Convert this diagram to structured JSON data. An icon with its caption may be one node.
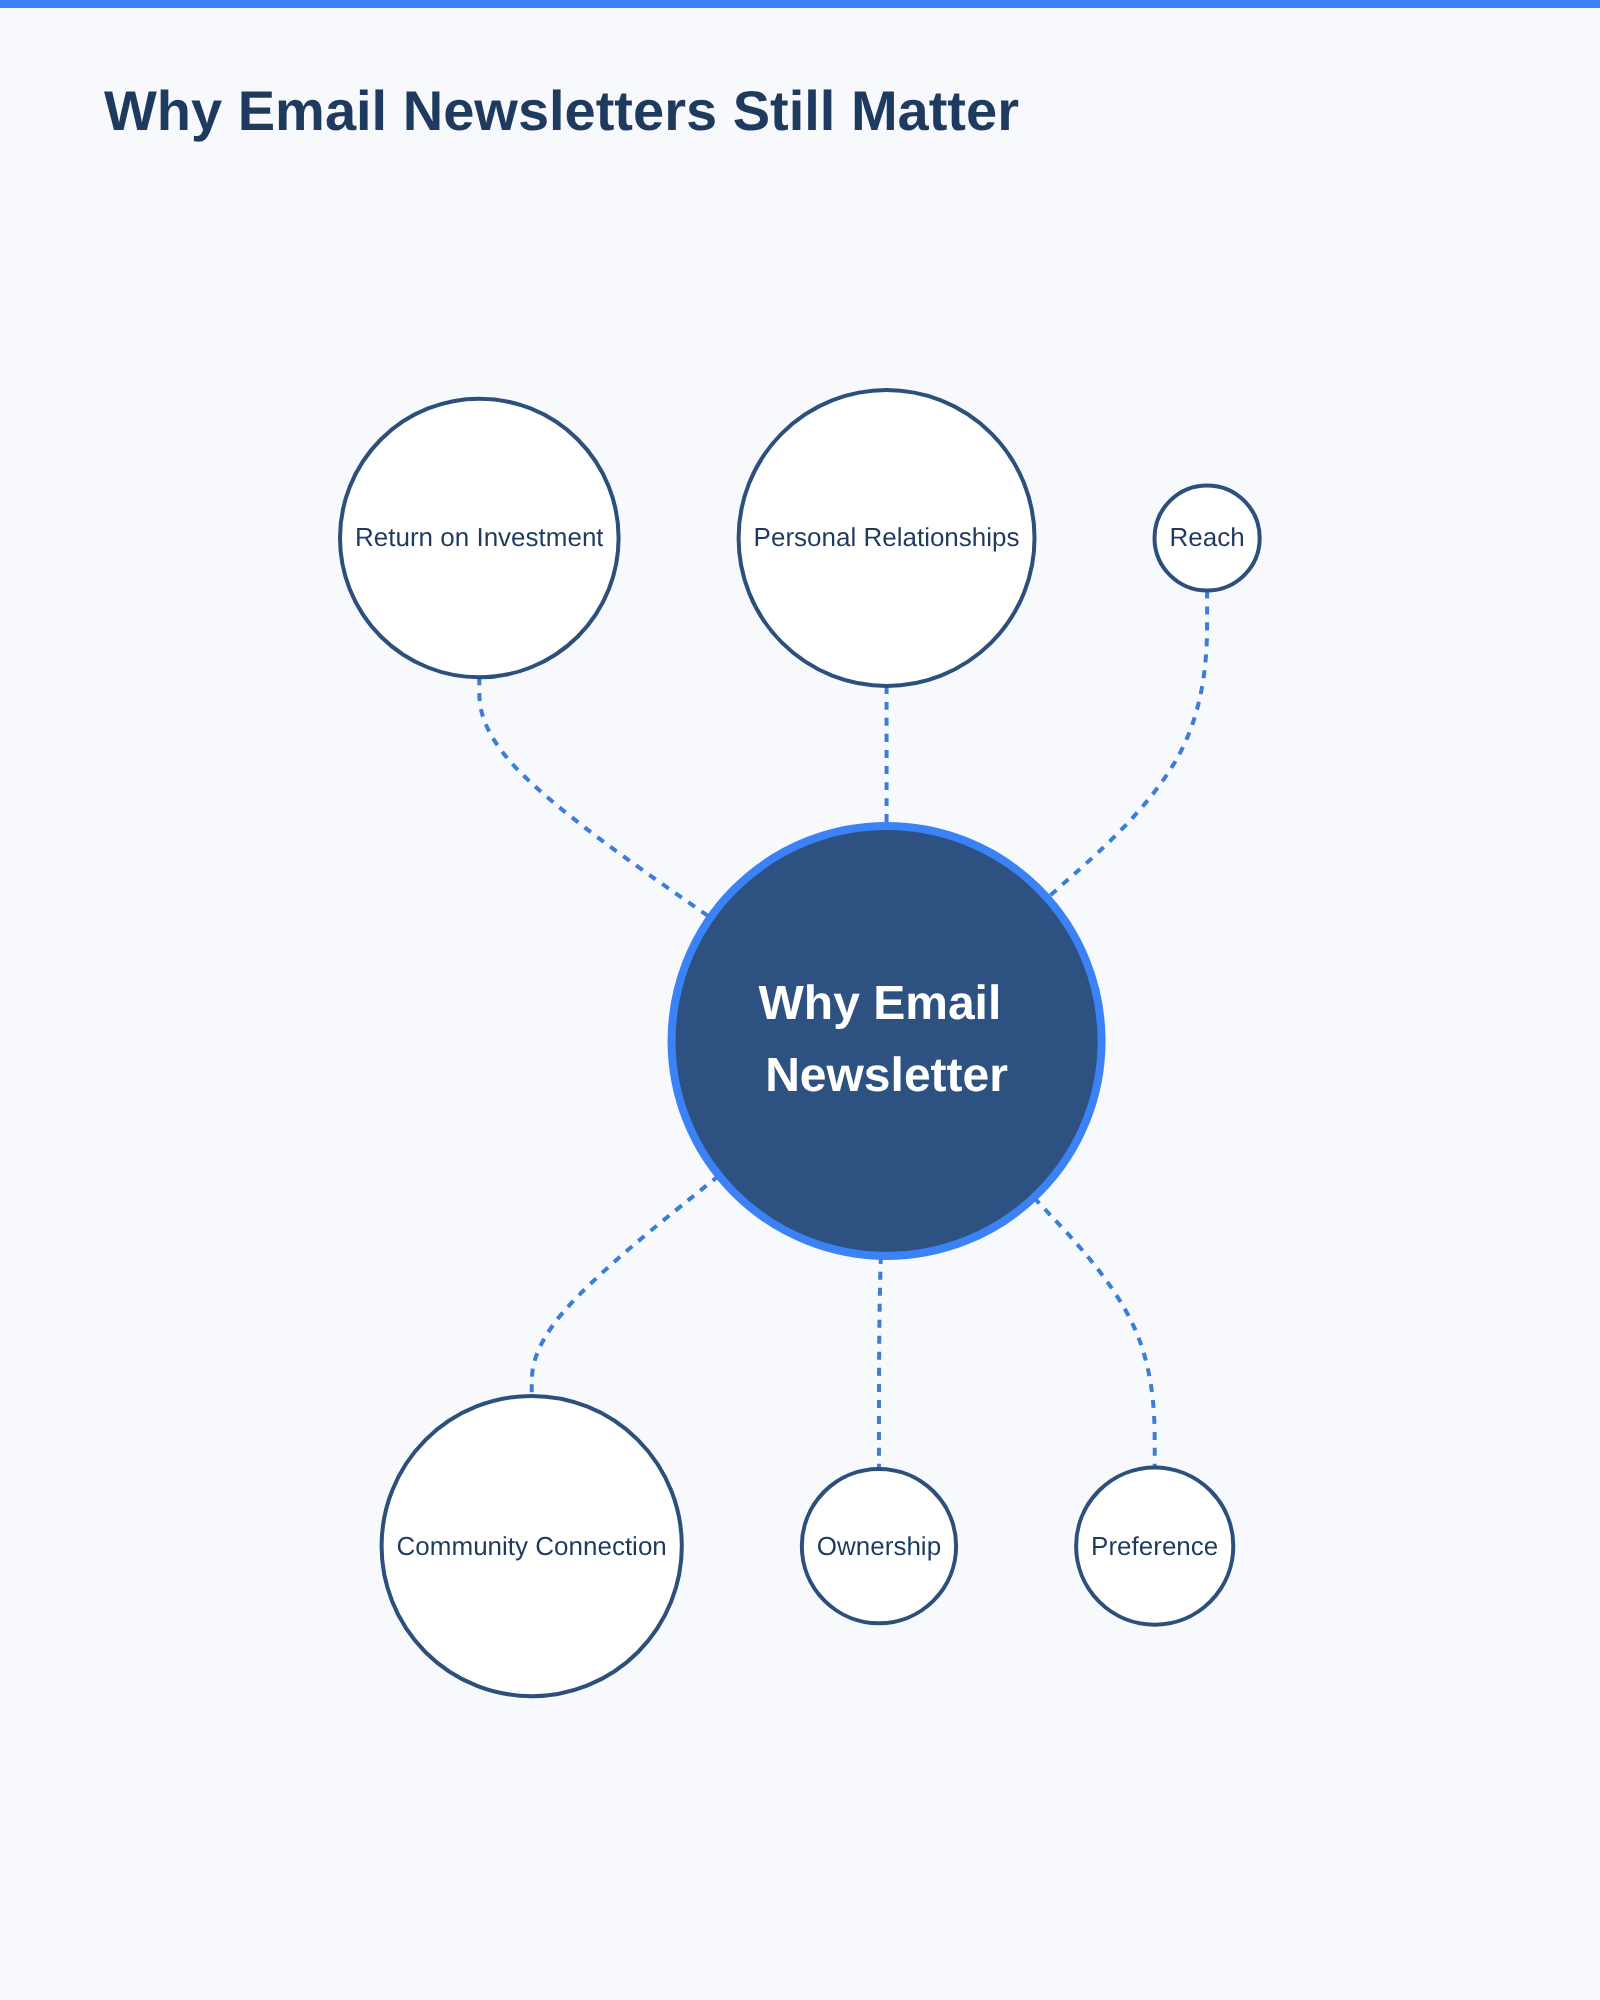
{
  "diagram": {
    "title": "Why Email Newsletters Still Matter",
    "nodes": [
      {
        "text": [
          "Return on Investment"
        ]
      },
      {
        "text": [
          "Personal Relationships"
        ]
      },
      {
        "text": [
          "Reach"
        ]
      },
      {
        "text": [
          "Why Email Newsletter"
        ]
      },
      {
        "text": [
          "Community Connection"
        ]
      },
      {
        "text": [
          "Ownership"
        ]
      },
      {
        "text": [
          "Preference"
        ]
      }
    ],
    "edges": [
      {
        "from": 0,
        "to": 3,
        "arrow": "none",
        "style": "dashed"
      },
      {
        "from": 1,
        "to": 3,
        "arrow": "none",
        "style": "dashed"
      },
      {
        "from": 2,
        "to": 3,
        "arrow": "none",
        "style": "dashed"
      },
      {
        "from": 3,
        "to": 4,
        "arrow": "none",
        "style": "dashed"
      },
      {
        "from": 3,
        "to": 5,
        "arrow": "none",
        "style": "dashed"
      },
      {
        "from": 3,
        "to": 6,
        "arrow": "none",
        "style": "dashed"
      }
    ]
  }
}
